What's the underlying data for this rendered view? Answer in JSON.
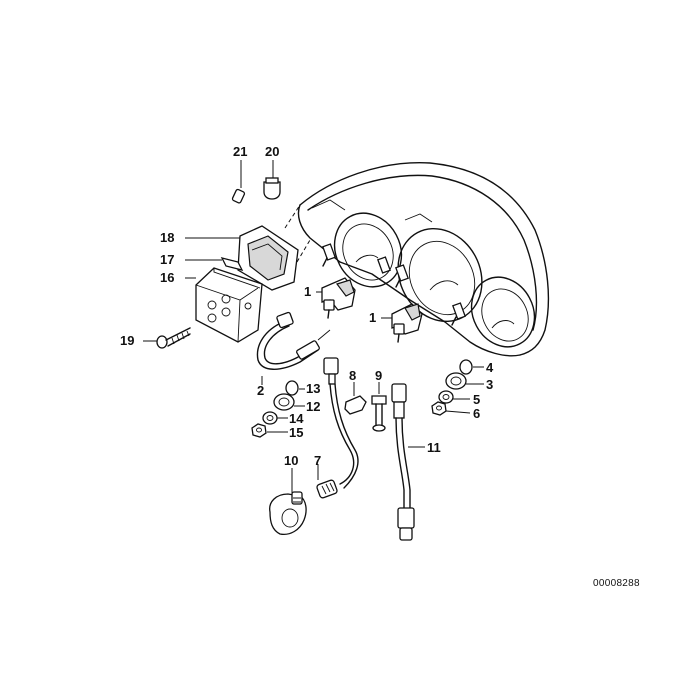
{
  "callouts": {
    "c21": "21",
    "c20": "20",
    "c18": "18",
    "c17": "17",
    "c16": "16",
    "c19": "19",
    "c1a": "1",
    "c1b": "1",
    "c2": "2",
    "c13": "13",
    "c12": "12",
    "c14": "14",
    "c15": "15",
    "c8": "8",
    "c9": "9",
    "c4": "4",
    "c3": "3",
    "c5": "5",
    "c6": "6",
    "c11": "11",
    "c10": "10",
    "c7": "7"
  },
  "document_id": "00008288"
}
